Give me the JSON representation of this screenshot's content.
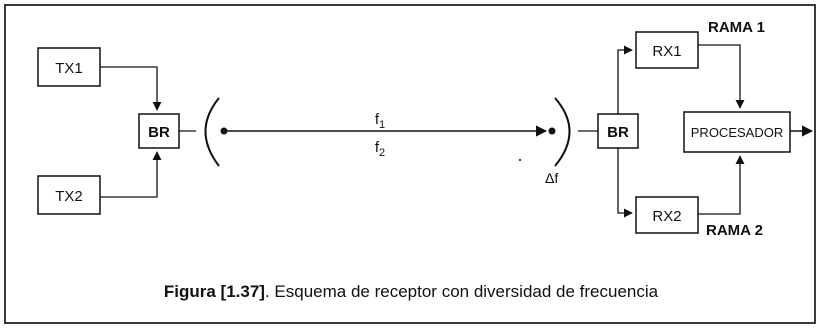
{
  "diagram": {
    "tx1": "TX1",
    "tx2": "TX2",
    "br_left": "BR",
    "br_right": "BR",
    "f1": "f",
    "f1_sub": "1",
    "f2": "f",
    "f2_sub": "2",
    "delta_f": "Δf",
    "rx1": "RX1",
    "rx2": "RX2",
    "rama1": "RAMA 1",
    "rama2": "RAMA 2",
    "procesador": "PROCESADOR"
  },
  "caption": {
    "label": "Figura [1.37]",
    "text": ". Esquema de receptor con diversidad de frecuencia"
  }
}
